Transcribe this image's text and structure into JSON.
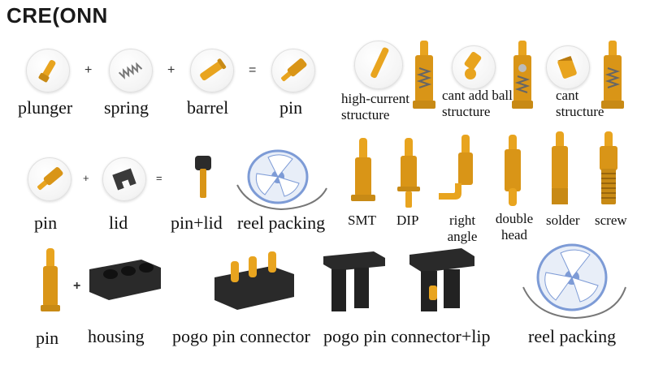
{
  "brand": {
    "logo_text": "CRE(ONN"
  },
  "row1": {
    "items": [
      "plunger",
      "spring",
      "barrel",
      "pin"
    ],
    "operators": [
      "+",
      "+",
      "="
    ]
  },
  "structures": [
    "high-current structure",
    "cant add ball structure",
    "cant structure"
  ],
  "row2": {
    "items": [
      "pin",
      "lid",
      "pin+lid",
      "reel packing"
    ],
    "operators": [
      "+",
      "="
    ]
  },
  "types": [
    "SMT",
    "DIP",
    "right angle",
    "double head",
    "solder",
    "screw"
  ],
  "row3": {
    "items": [
      "pin",
      "housing",
      "pogo pin connector",
      "pogo pin connector+lip",
      "reel packing"
    ],
    "operators": [
      "+"
    ]
  },
  "colors": {
    "gold": "#e8a41f",
    "gold_dark": "#b87a10",
    "black_part": "#222222",
    "reel_blue": "#7d9bd6"
  }
}
